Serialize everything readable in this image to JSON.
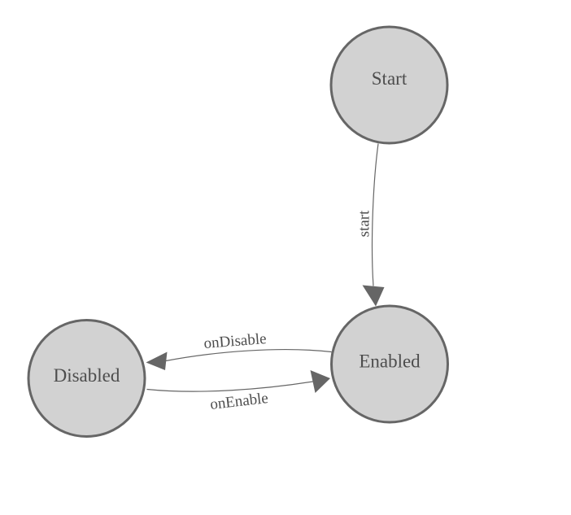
{
  "diagram": {
    "type": "state-machine",
    "background_color": "#ffffff",
    "colors": {
      "node_fill": "#d2d2d2",
      "node_stroke": "#666666",
      "edge_stroke": "#666666",
      "arrow_fill": "#666666",
      "text": "#4d4d4d"
    },
    "nodes": [
      {
        "id": "start",
        "label": "Start"
      },
      {
        "id": "enabled",
        "label": "Enabled"
      },
      {
        "id": "disabled",
        "label": "Disabled"
      }
    ],
    "edges": [
      {
        "id": "start-to-enabled",
        "from": "Start",
        "to": "Enabled",
        "label": "start"
      },
      {
        "id": "enabled-to-disabled",
        "from": "Enabled",
        "to": "Disabled",
        "label": "onDisable"
      },
      {
        "id": "disabled-to-enabled",
        "from": "Disabled",
        "to": "Enabled",
        "label": "onEnable"
      }
    ]
  }
}
